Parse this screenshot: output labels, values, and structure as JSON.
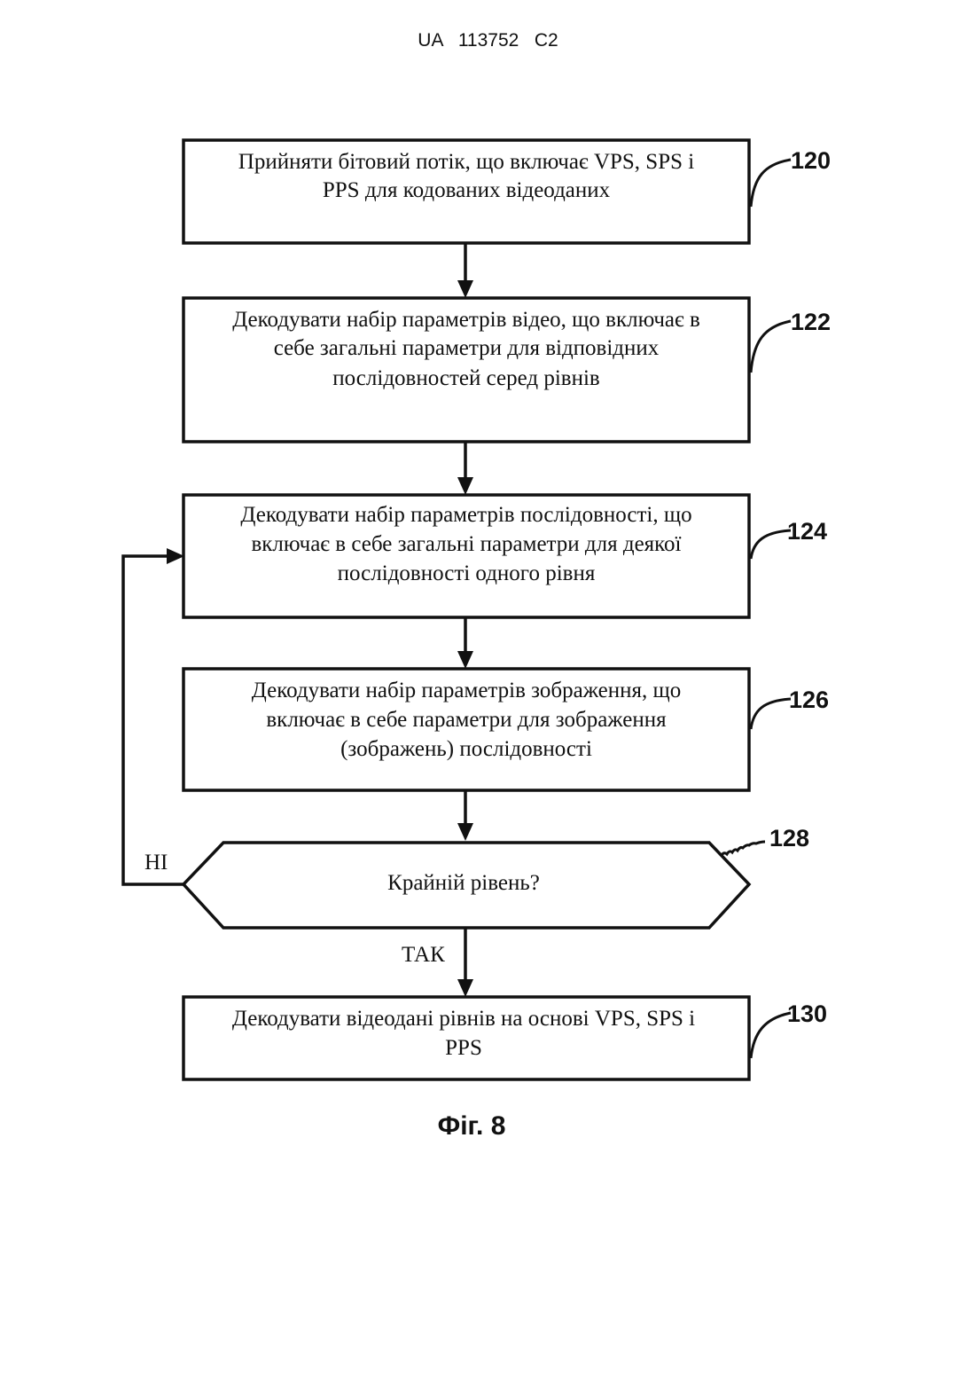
{
  "header": {
    "text": "UA   113752   C2"
  },
  "flowchart": {
    "steps": [
      {
        "ref": "120",
        "lines": [
          "Прийняти бітовий потік, що включає VPS, SPS і",
          "PPS для кодованих відеоданих"
        ]
      },
      {
        "ref": "122",
        "lines": [
          "Декодувати набір параметрів відео, що включає в",
          "себе загальні параметри для відповідних",
          "послідовностей серед рівнів"
        ]
      },
      {
        "ref": "124",
        "lines": [
          "Декодувати набір параметрів послідовності, що",
          "включає в себе загальні параметри для деякої",
          "послідовності одного рівня"
        ]
      },
      {
        "ref": "126",
        "lines": [
          "Декодувати набір параметрів зображення, що",
          "включає в себе параметри для зображення",
          "(зображень) послідовності"
        ]
      },
      {
        "ref": "130",
        "lines": [
          "Декодувати відеодані рівнів на основі VPS, SPS і",
          "PPS"
        ]
      }
    ],
    "decision": {
      "ref": "128",
      "text": "Крайній рівень?",
      "no_label": "НІ",
      "yes_label": "ТАК"
    }
  },
  "caption": "Фіг. 8",
  "colors": {
    "ink": "#111111",
    "paper": "#ffffff"
  }
}
